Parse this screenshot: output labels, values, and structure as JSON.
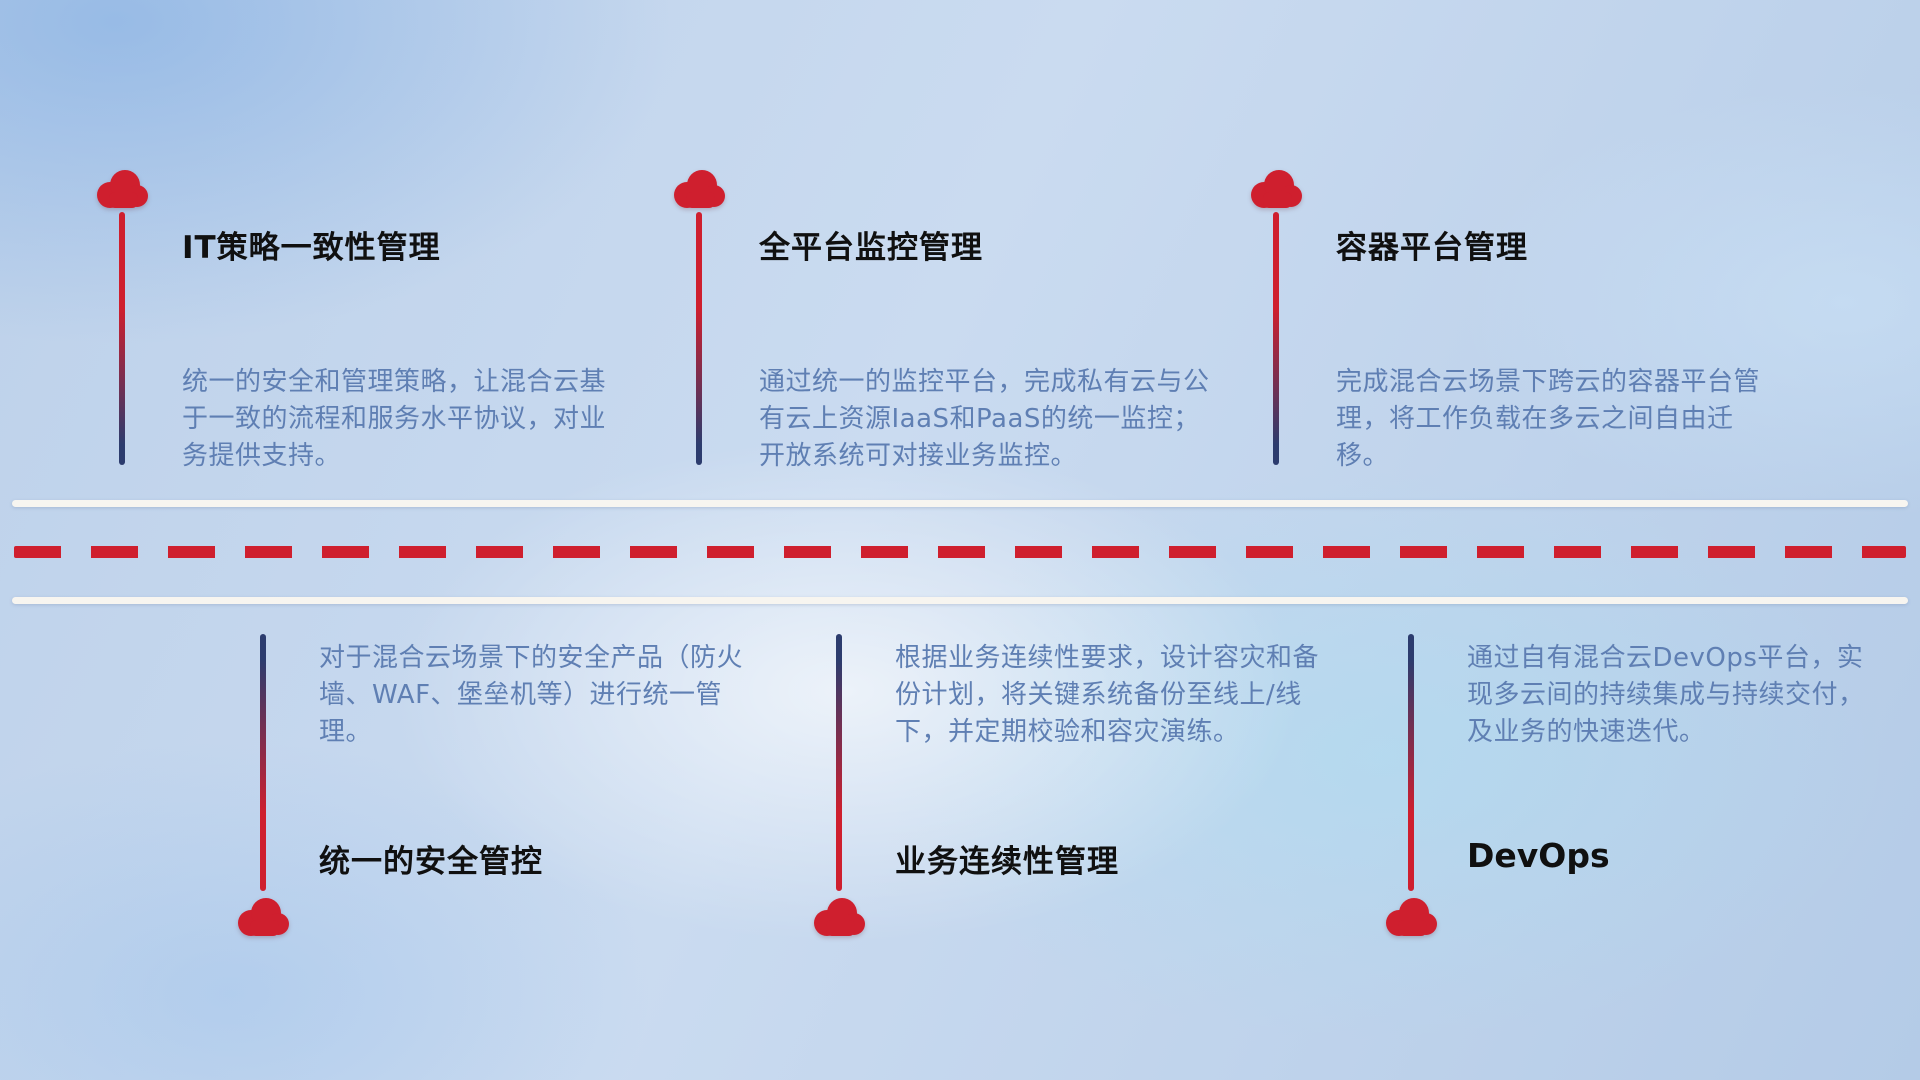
{
  "colors": {
    "red": "#cf1f2e",
    "navy": "#2c3c6e",
    "title": "#101010",
    "desc": "#5f7fb3",
    "road_line": "#f7f5f0"
  },
  "icons": {
    "marker": "cloud-icon"
  },
  "top_items": [
    {
      "title": "IT策略一致性管理",
      "description": "统一的安全和管理策略，让混合云基于一致的流程和服务水平协议，对业务提供支持。"
    },
    {
      "title": "全平台监控管理",
      "description": "通过统一的监控平台，完成私有云与公有云上资源IaaS和PaaS的统一监控；开放系统可对接业务监控。"
    },
    {
      "title": "容器平台管理",
      "description": "完成混合云场景下跨云的容器平台管理，将工作负载在多云之间自由迁移。"
    }
  ],
  "bottom_items": [
    {
      "title": "统一的安全管控",
      "description": "对于混合云场景下的安全产品（防火墙、WAF、堡垒机等）进行统一管理。"
    },
    {
      "title": "业务连续性管理",
      "description": "根据业务连续性要求，设计容灾和备份计划，将关键系统备份至线上/线下，并定期校验和容灾演练。"
    },
    {
      "title": "DevOps",
      "description": "通过自有混合云DevOps平台，实现多云间的持续集成与持续交付，及业务的快速迭代。"
    }
  ]
}
